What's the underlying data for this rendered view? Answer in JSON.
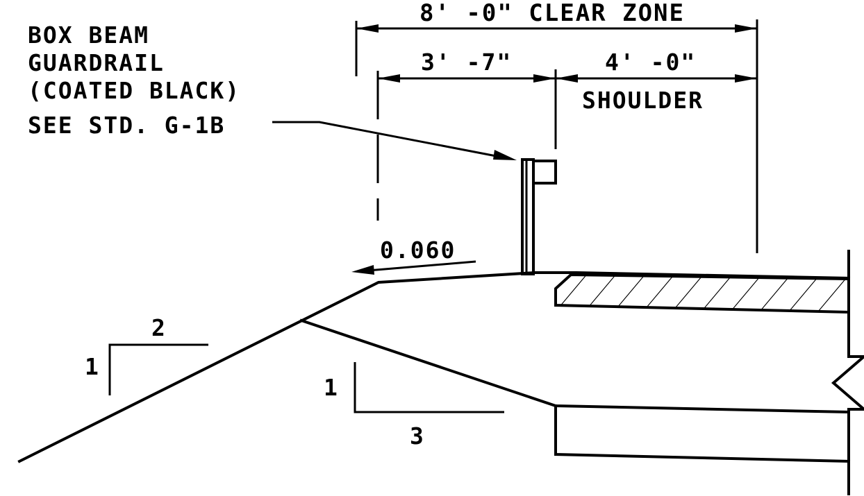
{
  "dimensions": {
    "clear_zone": "8' -0\" CLEAR ZONE",
    "offset": "3' -7\"",
    "shoulder_width": "4' -0\"",
    "shoulder_label": "SHOULDER"
  },
  "guardrail_note": {
    "line1": "BOX BEAM",
    "line2": "GUARDRAIL",
    "line3": "(COATED BLACK)",
    "line4": "SEE STD. G-1B"
  },
  "slope_value": "0.060",
  "foreslope": {
    "rise": "1",
    "run": "2"
  },
  "backslope": {
    "rise": "1",
    "run": "3"
  }
}
